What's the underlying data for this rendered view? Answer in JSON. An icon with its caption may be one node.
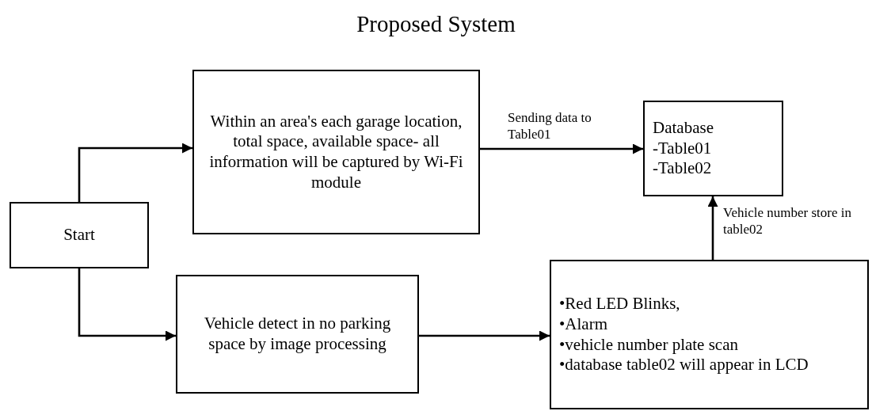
{
  "diagram": {
    "title": "Proposed System",
    "nodes": [
      {
        "text": [
          "Start"
        ]
      },
      {
        "text": [
          "Within an area's each garage location, total space, available space- all information will be captured by Wi-Fi module"
        ]
      },
      {
        "text": [
          "Vehicle detect in no parking space by image processing"
        ]
      },
      {
        "text": [
          "Database",
          "-Table01",
          "-Table02"
        ]
      },
      {
        "text": [
          "•Red LED Blinks,",
          "•Alarm",
          "•vehicle number plate scan",
          "•database table02 will appear in LCD"
        ]
      }
    ],
    "edges": [
      {
        "from": 0,
        "to": 1,
        "arrow": "to"
      },
      {
        "from": 0,
        "to": 2,
        "arrow": "to"
      },
      {
        "from": 2,
        "to": 4,
        "arrow": "to"
      },
      {
        "from": 1,
        "to": 3,
        "arrow": "to",
        "label": "Sending data to Table01"
      },
      {
        "from": 4,
        "to": 3,
        "arrow": "to",
        "label": "Vehicle number store in table02"
      }
    ]
  }
}
